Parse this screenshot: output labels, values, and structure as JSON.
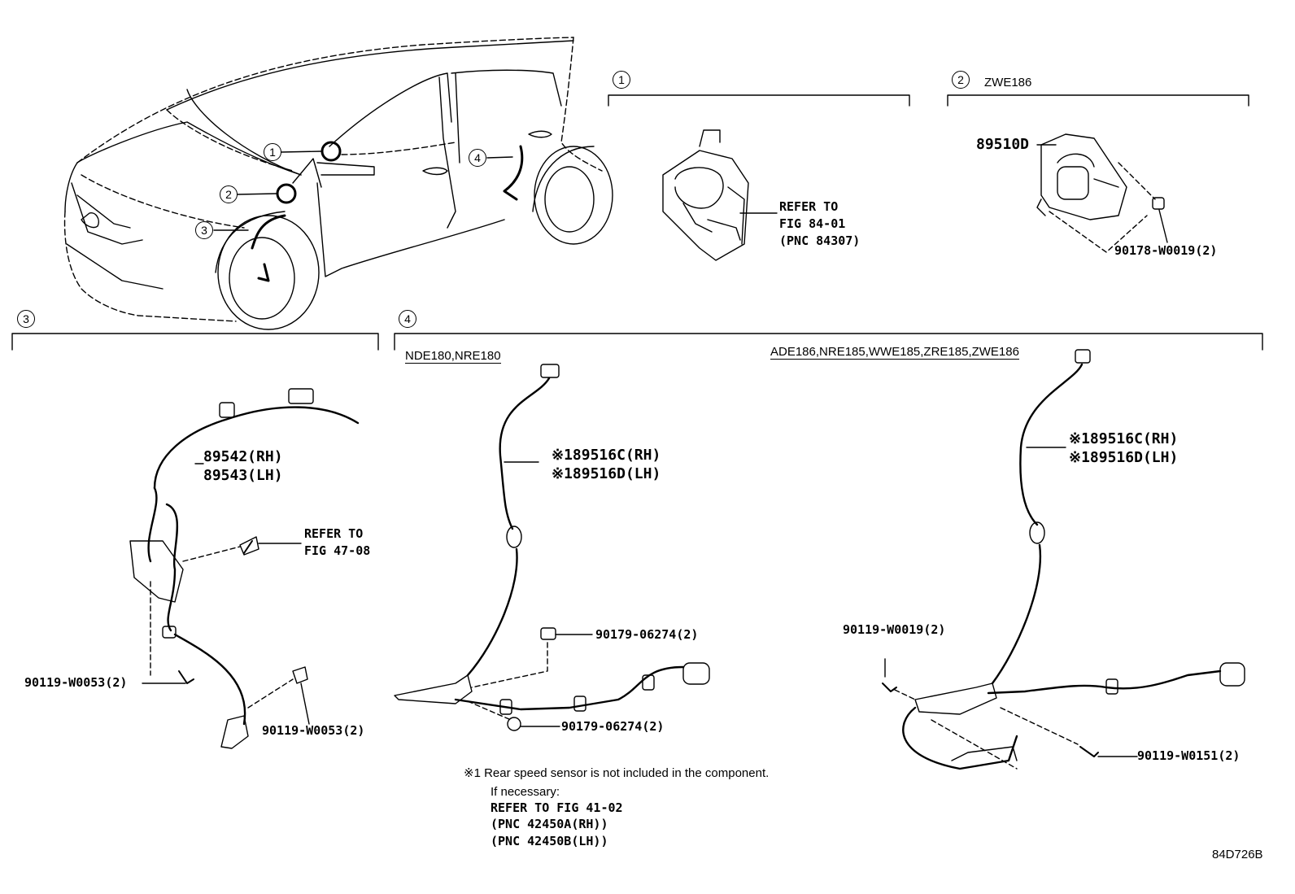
{
  "callouts": {
    "c1": "1",
    "c2": "2",
    "c3": "3",
    "c4": "4"
  },
  "section1": {
    "number": "1",
    "refer_line1": "REFER TO",
    "refer_line2": "FIG 84-01",
    "refer_line3": "(PNC 84307)"
  },
  "section2": {
    "number": "2",
    "variant": "ZWE186",
    "part_main": "89510D",
    "part_nut": "90178-W0019(2)"
  },
  "section3": {
    "number": "3",
    "part_rh": "89542(RH)",
    "part_lh": "89543(LH)",
    "refer_line1": "REFER TO",
    "refer_line2": "FIG 47-08",
    "bolt_left": "90119-W0053(2)",
    "bolt_right": "90119-W0053(2)"
  },
  "section4": {
    "number": "4",
    "variant_a": "NDE180,NRE180",
    "variant_b": "ADE186,NRE185,WWE185,ZRE185,ZWE186",
    "a_part_rh": "※189516C(RH)",
    "a_part_lh": "※189516D(LH)",
    "a_nut_top": "90179-06274(2)",
    "a_nut_bottom": "90179-06274(2)",
    "b_part_rh": "※189516C(RH)",
    "b_part_lh": "※189516D(LH)",
    "b_bolt_top": "90119-W0019(2)",
    "b_bolt_bottom": "90119-W0151(2)"
  },
  "footnote": {
    "line1": "※1 Rear speed sensor is not included in the component.",
    "line2": "If necessary:",
    "line3": "REFER TO FIG 41-02",
    "line4": "(PNC 42450A(RH))",
    "line5": "(PNC 42450B(LH))"
  },
  "figure_id": "84D726B"
}
